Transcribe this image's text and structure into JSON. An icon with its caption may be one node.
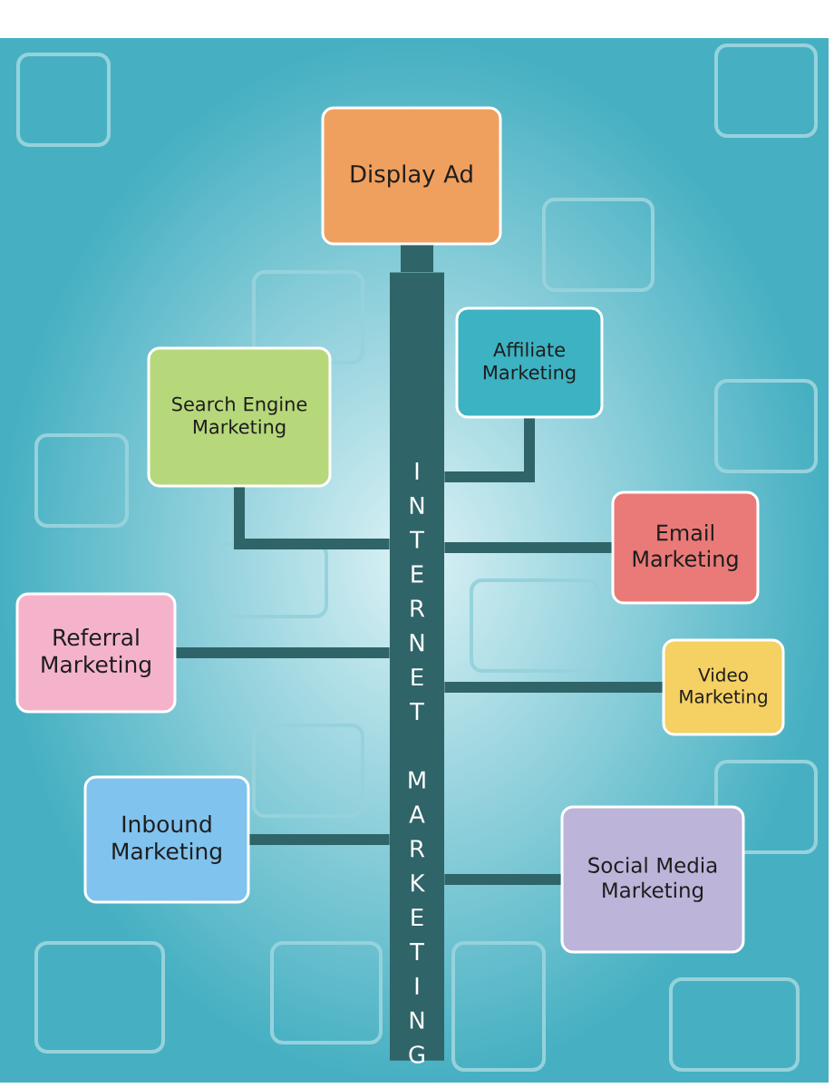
{
  "diagram": {
    "nodes": [
      {
        "text": [
          "INTERNET MARKETING"
        ]
      },
      {
        "text": [
          "Display Ad"
        ]
      },
      {
        "text": [
          "Affiliate Marketing"
        ]
      },
      {
        "text": [
          "Search Engine Marketing"
        ]
      },
      {
        "text": [
          "Email Marketing"
        ]
      },
      {
        "text": [
          "Referral Marketing"
        ]
      },
      {
        "text": [
          "Video Marketing"
        ]
      },
      {
        "text": [
          "Inbound Marketing"
        ]
      },
      {
        "text": [
          "Social Media Marketing"
        ]
      }
    ],
    "edges": [
      {
        "from": 1,
        "to": 0,
        "arrow": "none",
        "style": "thick"
      },
      {
        "from": 0,
        "to": 2,
        "arrow": "none"
      },
      {
        "from": 0,
        "to": 3,
        "arrow": "none"
      },
      {
        "from": 0,
        "to": 4,
        "arrow": "none"
      },
      {
        "from": 0,
        "to": 5,
        "arrow": "none"
      },
      {
        "from": 0,
        "to": 6,
        "arrow": "none"
      },
      {
        "from": 0,
        "to": 7,
        "arrow": "none"
      },
      {
        "from": 0,
        "to": 8,
        "arrow": "none"
      }
    ]
  }
}
